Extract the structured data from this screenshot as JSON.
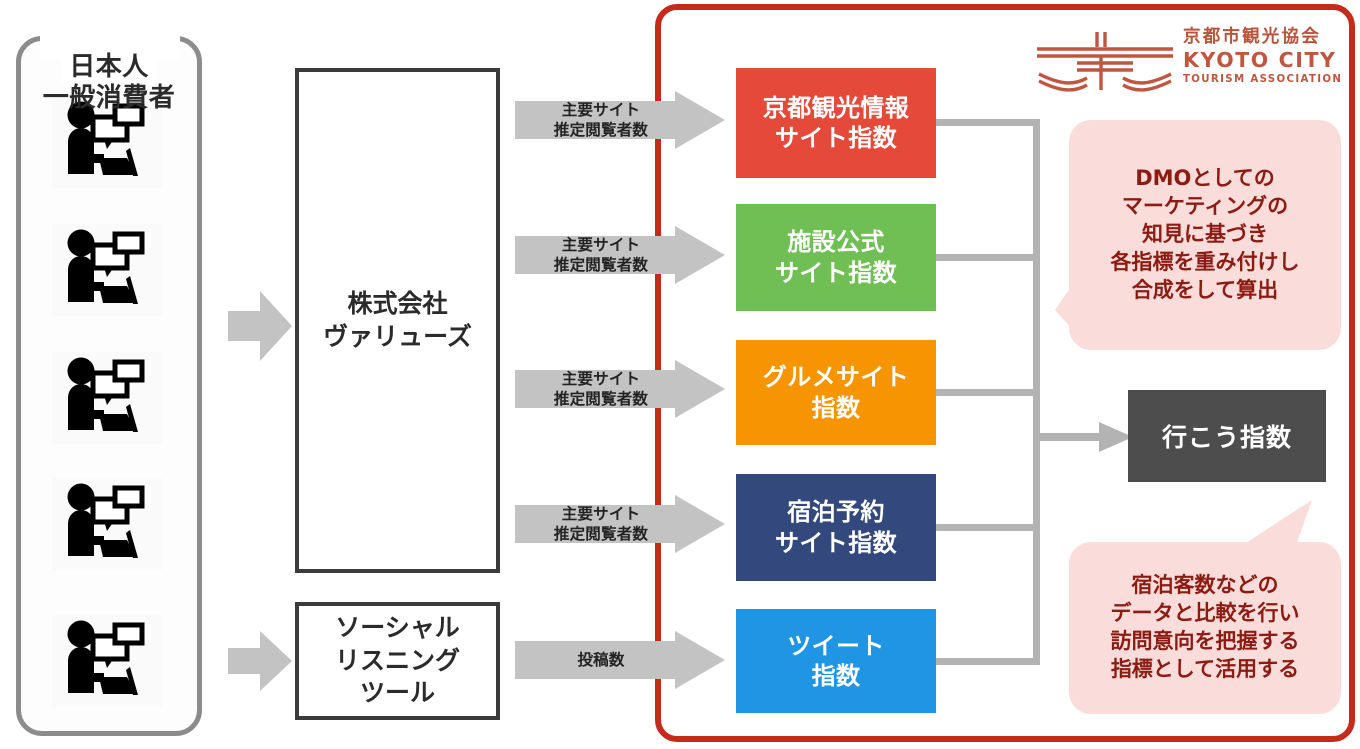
{
  "diagram": {
    "consumer_group": {
      "title_line1": "日本人",
      "title_line2": "一般消費者",
      "icon_name": "person-at-laptop-icon",
      "icon_count": 5
    },
    "middle_boxes": [
      {
        "id": "values-inc",
        "line1": "株式会社",
        "line2": "ヴァリューズ"
      },
      {
        "id": "social-listening-tool",
        "line1": "ソーシャル",
        "line2": "リスニング",
        "line3": "ツール"
      }
    ],
    "flow_bands": [
      {
        "id": "band-1",
        "line1": "主要サイト",
        "line2": "推定閲覧者数"
      },
      {
        "id": "band-2",
        "line1": "主要サイト",
        "line2": "推定閲覧者数"
      },
      {
        "id": "band-3",
        "line1": "主要サイト",
        "line2": "推定閲覧者数"
      },
      {
        "id": "band-4",
        "line1": "主要サイト",
        "line2": "推定閲覧者数"
      },
      {
        "id": "band-5",
        "line1": "投稿数",
        "line2": ""
      }
    ],
    "index_boxes": [
      {
        "id": "kyoto-tourism-info-site-index",
        "line1": "京都観光情報",
        "line2": "サイト指数",
        "color": "#e4493a"
      },
      {
        "id": "facility-official-site-index",
        "line1": "施設公式",
        "line2": "サイト指数",
        "color": "#6fbf54"
      },
      {
        "id": "gourmet-site-index",
        "line1": "グルメサイト",
        "line2": "指数",
        "color": "#f79401"
      },
      {
        "id": "lodging-reservation-site-index",
        "line1": "宿泊予約",
        "line2": "サイト指数",
        "color": "#33497e"
      },
      {
        "id": "tweet-index",
        "line1": "ツイート",
        "line2": "指数",
        "color": "#1f95e4"
      }
    ],
    "result_box": {
      "label": "行こう指数",
      "color": "#4d4d4d"
    },
    "callouts": [
      {
        "id": "callout-weighting",
        "lines": [
          "DMOとしての",
          "マーケティングの",
          "知見に基づき",
          "各指標を重み付けし",
          "合成をして算出"
        ],
        "bg": "#fadcda",
        "text_color": "#8c1c13"
      },
      {
        "id": "callout-usage",
        "lines": [
          "宿泊客数などの",
          "データと比較を行い",
          "訪問意向を把握する",
          "指標として活用する"
        ],
        "bg": "#fadcda",
        "text_color": "#8c1c13"
      }
    ],
    "logo": {
      "name": "kyoto-city-tourism-association-logo",
      "jp": "京都市観光協会",
      "en_line1": "KYOTO CITY",
      "en_line2": "TOURISM ASSOCIATION",
      "color": "#c0563f"
    },
    "colors": {
      "frame_red": "#c62a1c",
      "arrow_grey": "#c3c3c3",
      "connector_grey": "#b3b3b3",
      "bracket_grey": "#8c8c8c",
      "box_outline": "#3b3b3b"
    }
  }
}
